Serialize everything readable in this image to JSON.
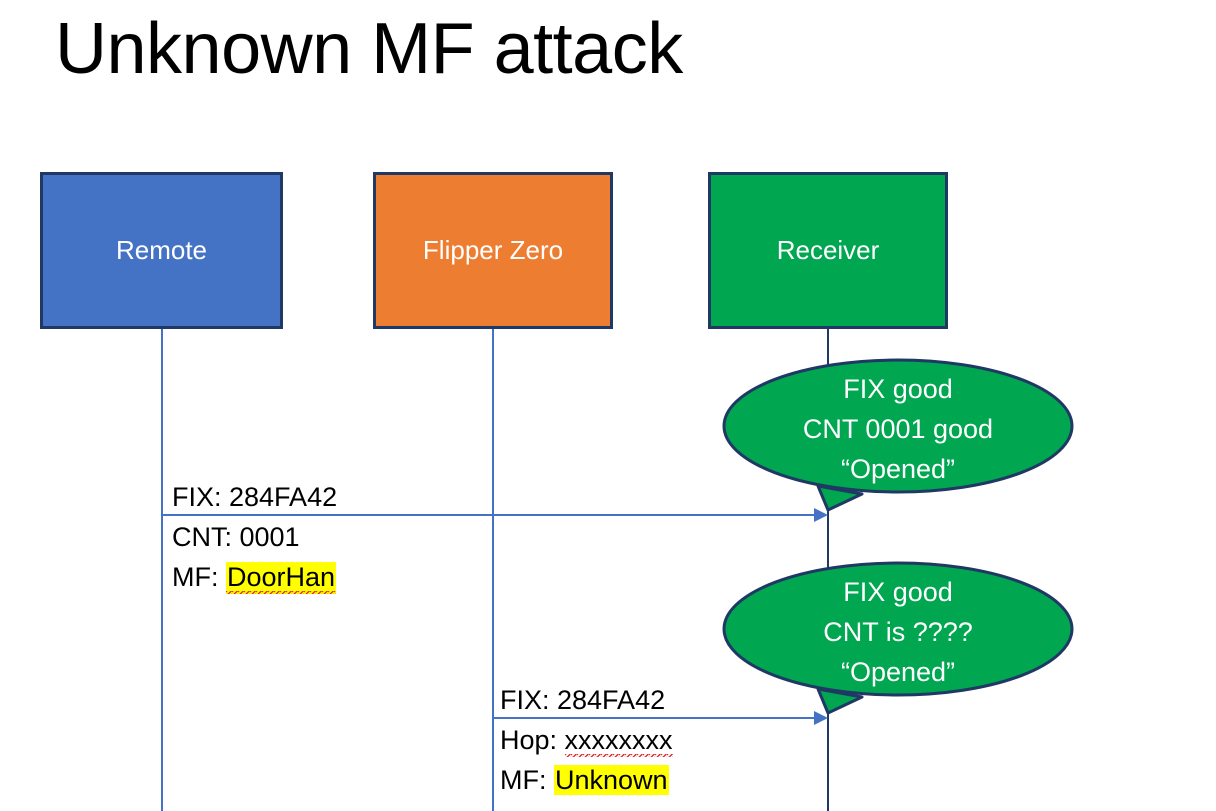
{
  "slide": {
    "title": "Unknown MF attack",
    "background": "#FFFFFF"
  },
  "colors": {
    "remote_fill": "#4472C4",
    "flipper_fill": "#ED7D31",
    "receiver_fill": "#00A650",
    "box_border": "#1F3864",
    "lifeline": "#4472C4",
    "arrow": "#4472C4",
    "highlight": "#FFFF00",
    "bubble_fill": "#00A650",
    "bubble_border": "#1F3864",
    "text_dark": "#000000",
    "text_light": "#FFFFFF"
  },
  "actors": [
    {
      "id": "remote",
      "label": "Remote"
    },
    {
      "id": "flipper",
      "label": "Flipper Zero"
    },
    {
      "id": "receiver",
      "label": "Receiver"
    }
  ],
  "messages": [
    {
      "id": "msg1",
      "from": "remote",
      "to": "receiver",
      "lines": {
        "fix": "FIX: 284FA42",
        "cnt": "CNT: 0001",
        "mf_label": "MF: ",
        "mf_value": "DoorHan"
      }
    },
    {
      "id": "msg2",
      "from": "flipper",
      "to": "receiver",
      "lines": {
        "fix": "FIX: 284FA42",
        "hop_label": "Hop: ",
        "hop_value": "xxxxxxxx",
        "mf_label": "MF: ",
        "mf_value": "Unknown"
      }
    }
  ],
  "bubbles": [
    {
      "id": "bubble1",
      "anchor": "receiver",
      "line1": "FIX good",
      "line2": "CNT 0001 good",
      "line3": "“Opened”"
    },
    {
      "id": "bubble2",
      "anchor": "receiver",
      "line1": "FIX good",
      "line2": "CNT is ????",
      "line3": "“Opened”"
    }
  ]
}
